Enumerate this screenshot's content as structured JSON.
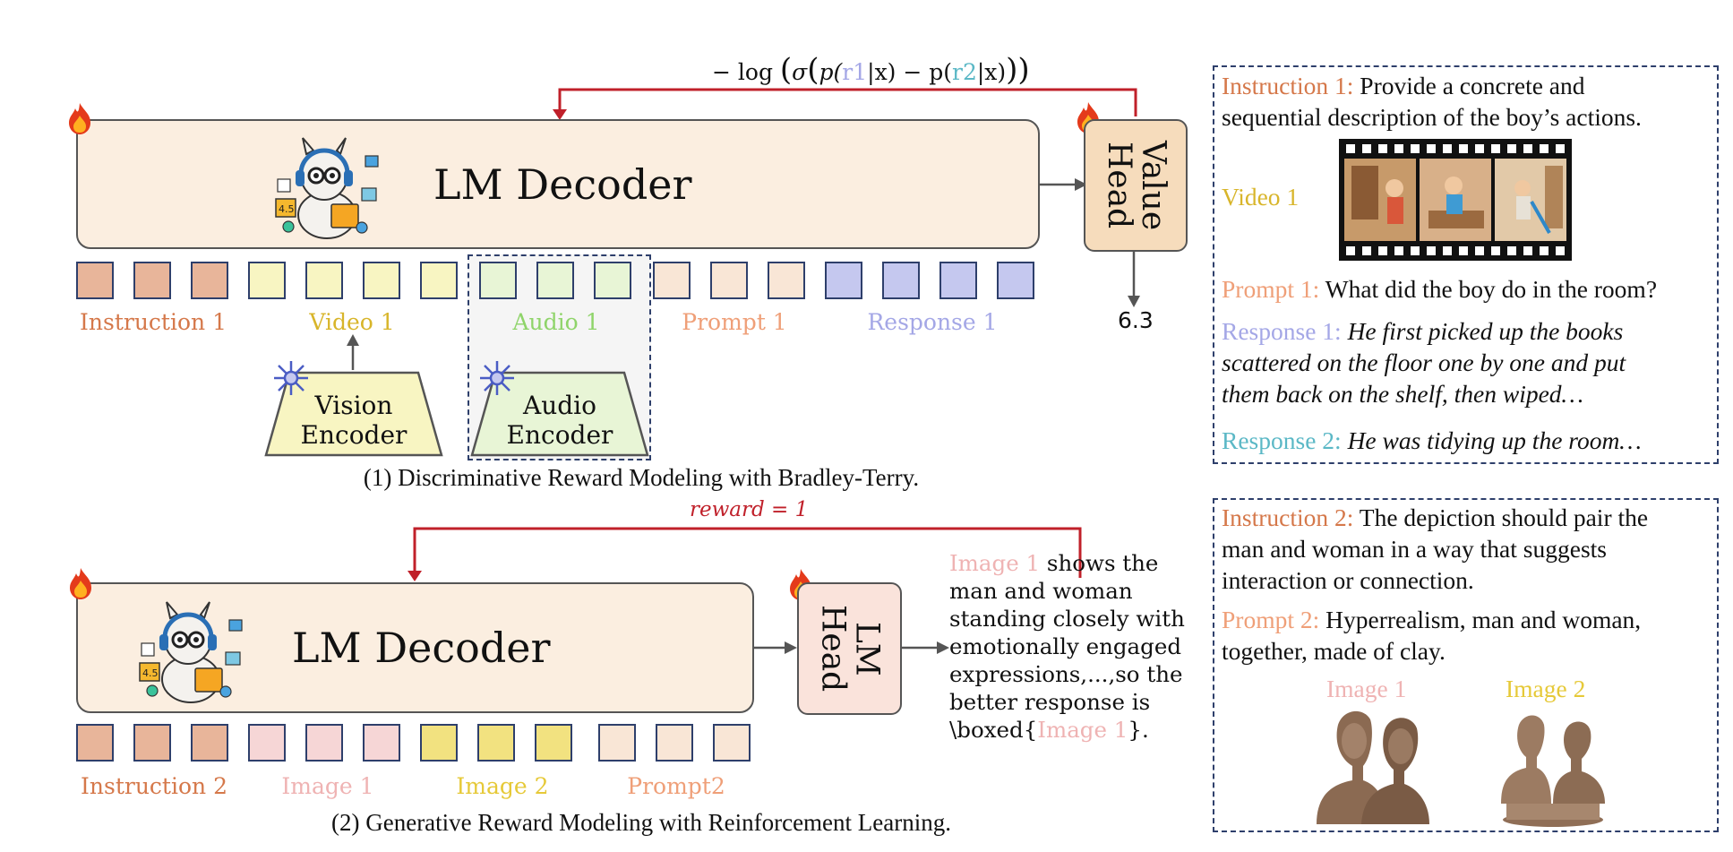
{
  "colors": {
    "instruction": "#e59a6f",
    "instruction_label": "#d5784a",
    "video": "#f8f5c2",
    "video_label": "#d8b52a",
    "audio": "#e8f5d6",
    "audio_label": "#8fd46a",
    "prompt": "#f9e6d6",
    "prompt_label": "#ef9f78",
    "response": "#c5c8ef",
    "response_label": "#a4a7e6",
    "response2_label": "#5bb8c6",
    "image1": "#f6d6d6",
    "image1_label": "#efb3b3",
    "image2": "#f2e280",
    "image2_label": "#e6c938",
    "arrow_red": "#c0202a",
    "decoder_fill": "#fbeee0",
    "value_head_fill": "#f6dcbc",
    "lm_head_fill": "#fae3db",
    "border_navy": "#2e3f6b"
  },
  "top": {
    "formula": {
      "prefix": "− log",
      "sigma": "σ",
      "p1": "p(",
      "r1": "r1",
      "p1_rest": "|x) − p(",
      "r2": "r2",
      "p2_rest": "|x)"
    },
    "decoder_title": "LM Decoder",
    "value_head": "Value Head",
    "output_value": "6.3",
    "labels": {
      "instruction": "Instruction 1",
      "video": "Video 1",
      "audio": "Audio 1",
      "prompt": "Prompt 1",
      "response": "Response 1"
    },
    "vision_encoder": "Vision Encoder",
    "audio_encoder": "Audio Encoder",
    "caption": "(1) Discriminative Reward Modeling with Bradley-Terry."
  },
  "bottom": {
    "reward_label": "reward = 1",
    "decoder_title": "LM Decoder",
    "lm_head": "LM Head",
    "labels": {
      "instruction": "Instruction 2",
      "image1": "Image 1",
      "image2": "Image 2",
      "prompt": "Prompt2"
    },
    "generated": {
      "line1_tag": "Image 1",
      "line1_rest": " shows the",
      "line2": "man and woman",
      "line3": "standing closely with",
      "line4": "emotionally engaged",
      "line5": "expressions,...,so the",
      "line6": "better response is",
      "line7_pre": "\\boxed{",
      "line7_tag": "Image 1",
      "line7_post": "}."
    },
    "caption": "(2) Generative Reward Modeling with Reinforcement Learning."
  },
  "panel1": {
    "instruction_label": "Instruction 1:",
    "instruction_text_1": " Provide a concrete and",
    "instruction_text_2": "sequential description of the boy’s actions.",
    "video_label": "Video 1",
    "prompt_label": "Prompt 1:",
    "prompt_text": " What did the boy do in the room?",
    "response1_label": "Response 1:",
    "response1_text_1": " He first picked up the books",
    "response1_text_2": "scattered on the floor one by one and put",
    "response1_text_3": "them back on the shelf, then wiped…",
    "response2_label": "Response 2:",
    "response2_text": " He was tidying up the room…"
  },
  "panel2": {
    "instruction_label": "Instruction 2:",
    "instruction_text_1": " The depiction should pair the",
    "instruction_text_2": "man and woman in a way that suggests",
    "instruction_text_3": "interaction or connection.",
    "prompt_label": "Prompt 2:",
    "prompt_text_1": " Hyperrealism, man and woman,",
    "prompt_text_2": "together, made of clay.",
    "image1_label": "Image 1",
    "image2_label": "Image 2"
  },
  "icons": [
    "flame-icon",
    "llama-mascot-icon",
    "snowflake-icon",
    "film-strip-icon",
    "clay-bust-icon"
  ]
}
